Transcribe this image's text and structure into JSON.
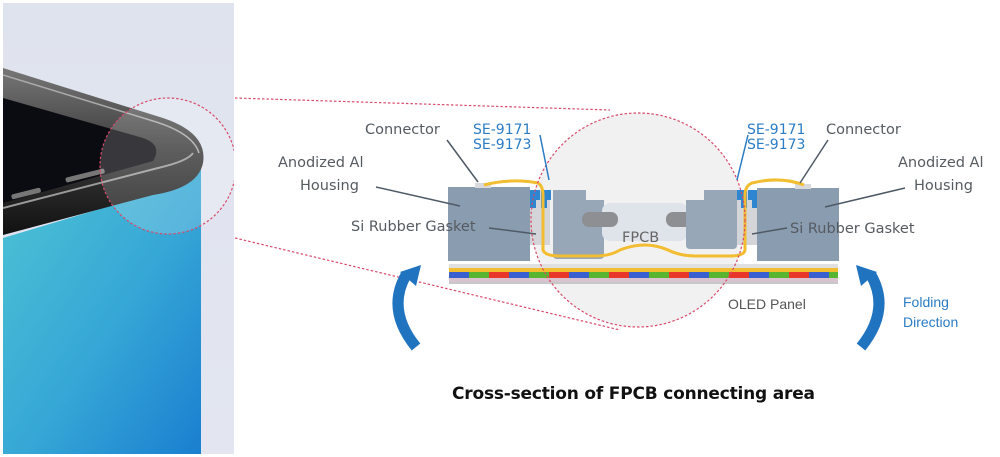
{
  "figure": {
    "photo": {
      "description": "Phone corner close-up",
      "icon": "phone-corner-photo"
    },
    "labels": {
      "connector_left": "Connector",
      "connector_right": "Connector",
      "se_left_1": "SE-9171",
      "se_left_2": "SE-9173",
      "se_right_1": "SE-9171",
      "se_right_2": "SE-9173",
      "housing_left_1": "Anodized Al",
      "housing_left_2": "Housing",
      "housing_right_1": "Anodized Al",
      "housing_right_2": "Housing",
      "gasket_left": "Si Rubber Gasket",
      "gasket_right": "Si Rubber Gasket",
      "fpcb": "FPCB",
      "oled": "OLED Panel",
      "folding_1": "Folding",
      "folding_2": "Direction"
    },
    "caption": "Cross-section of FPCB connecting area",
    "colors": {
      "housing": "#8a9cb0",
      "inner_block": "#97a7b8",
      "gasket": "#d3d5d8",
      "adhesive": "#2f86d0",
      "fpcb_trace": "#f2bd30",
      "arrow": "#1f73bf",
      "zoom_circle": "#d84a6b",
      "label_blue": "#2b7cc4",
      "oled_stripes": [
        "#3a5fcf",
        "#57b52f",
        "#e8362a"
      ]
    }
  }
}
